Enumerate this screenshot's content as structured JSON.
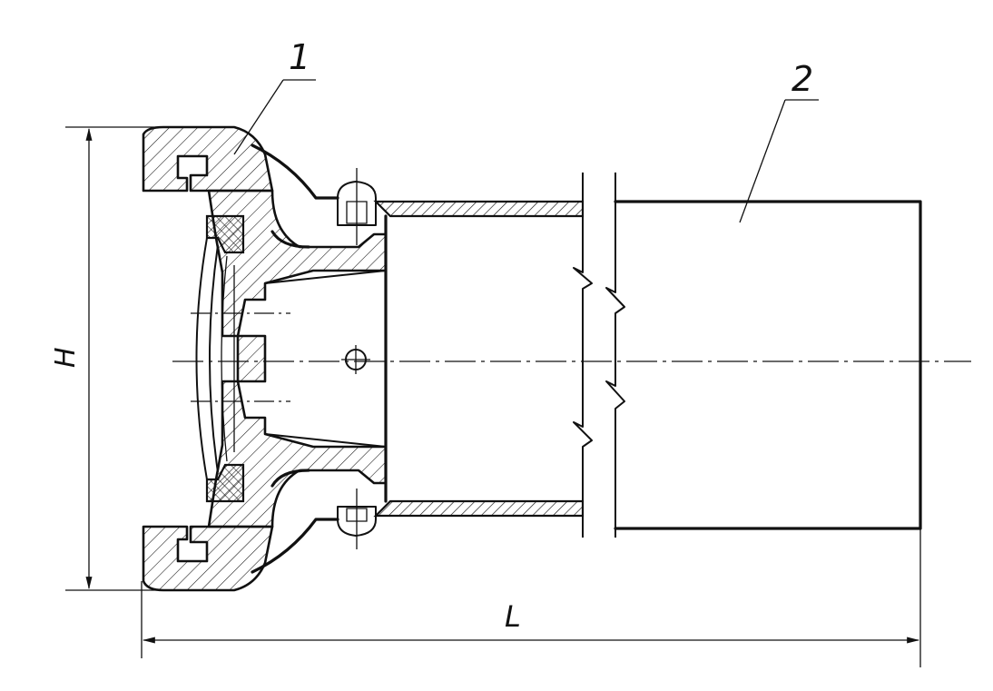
{
  "labels": {
    "part_1": "1",
    "part_2": "2",
    "dim_height": "H",
    "dim_length": "L"
  }
}
